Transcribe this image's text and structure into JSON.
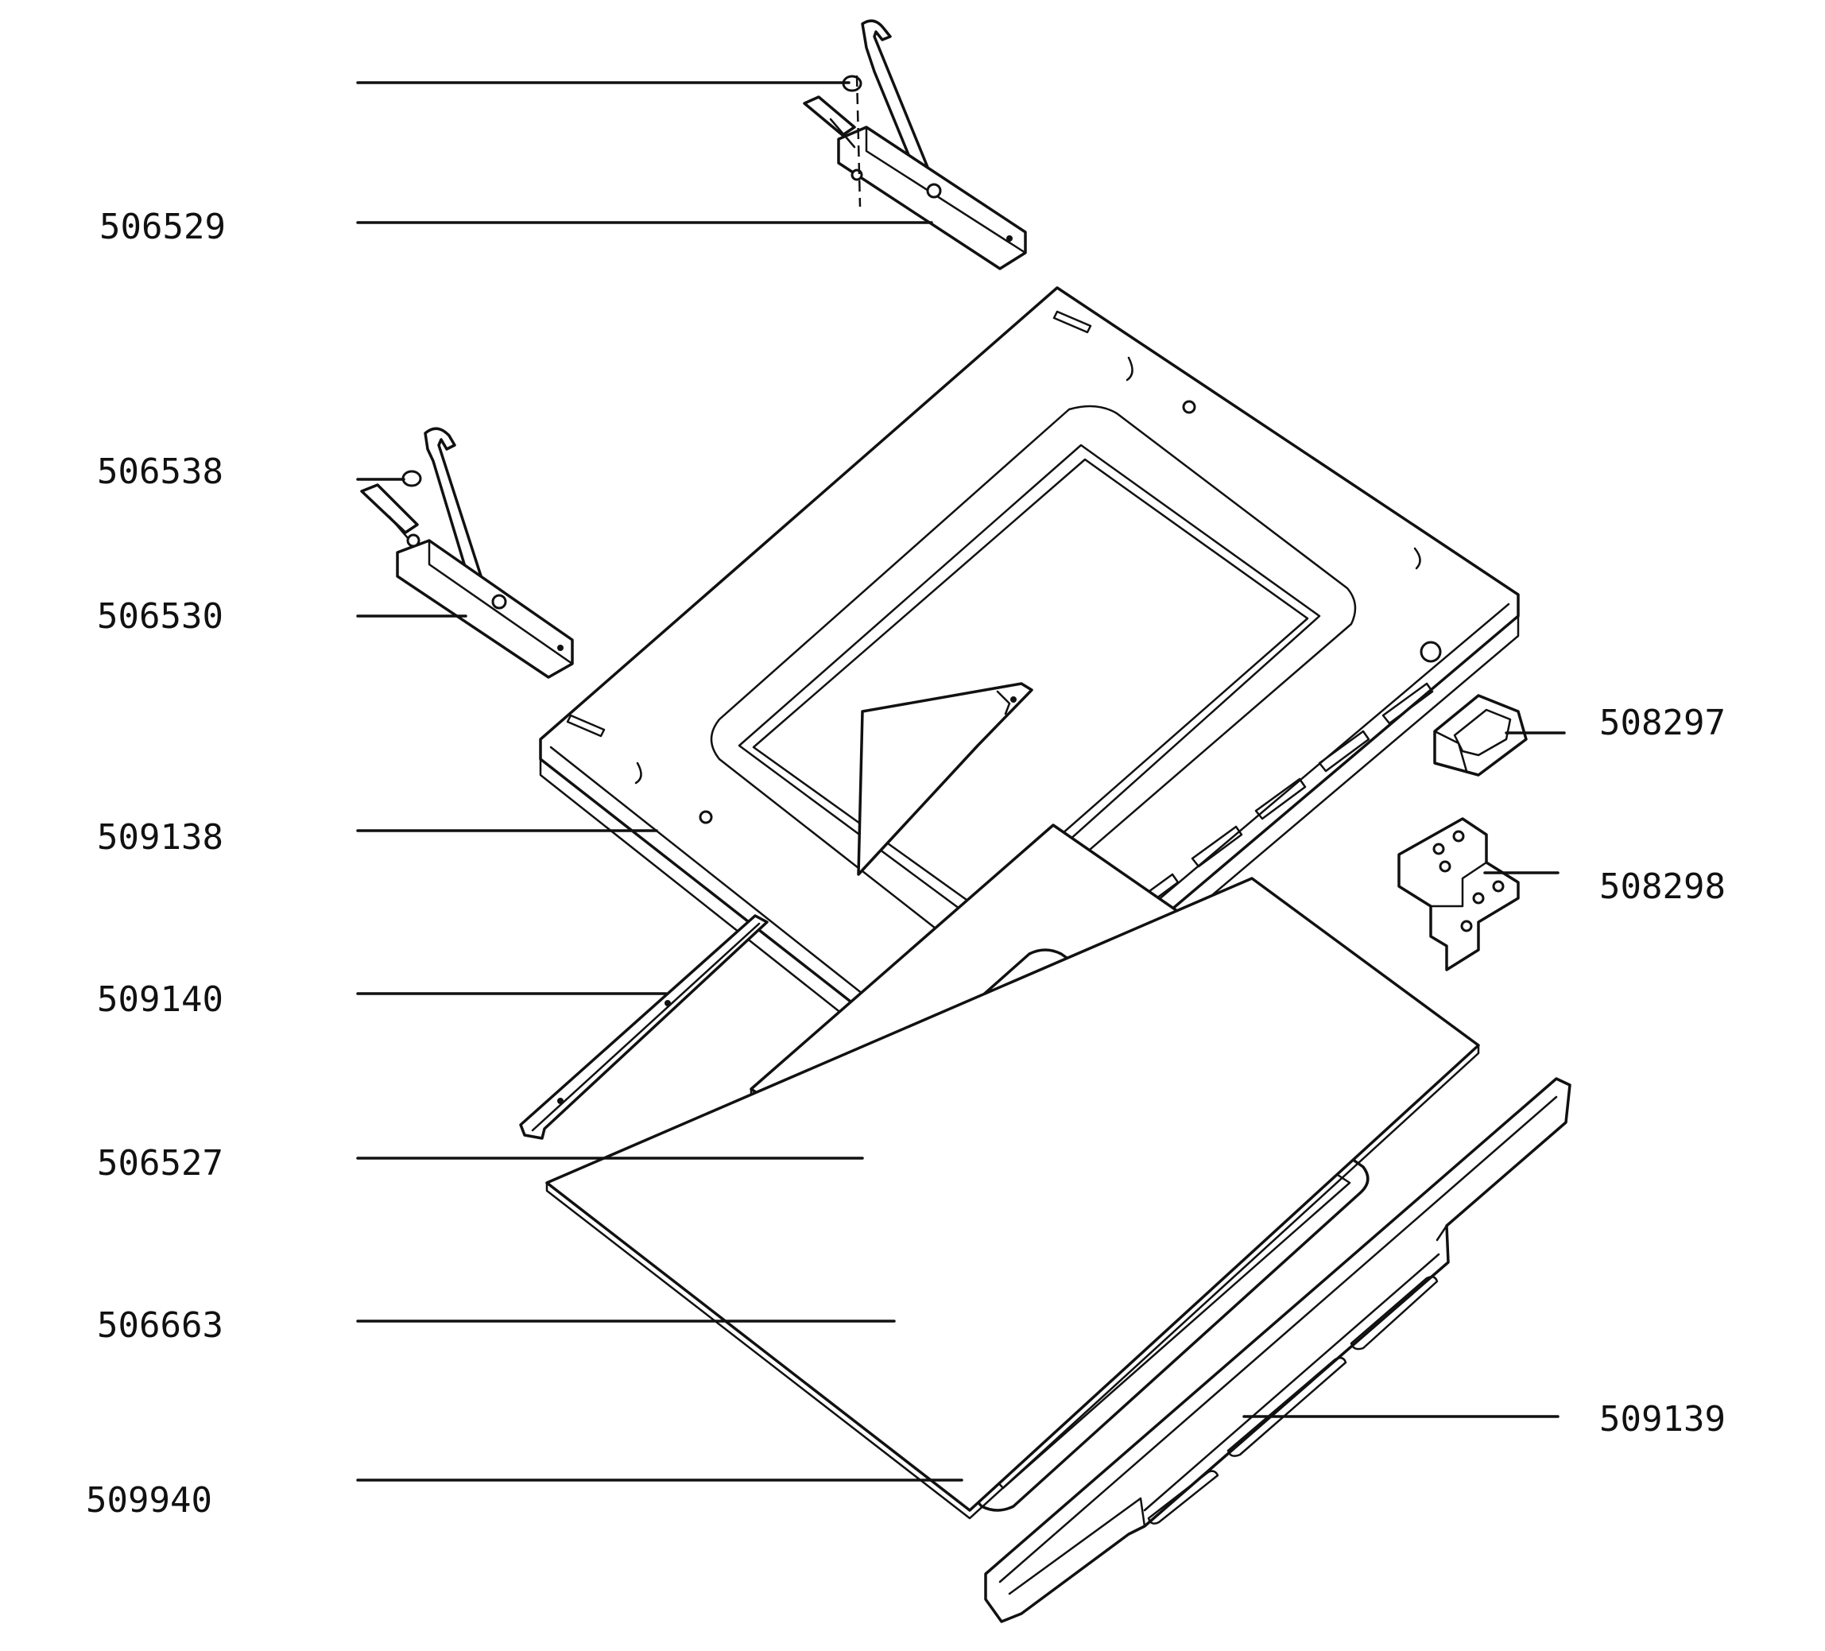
{
  "callouts": [
    {
      "id": "top-hinge-pin",
      "label": ""
    },
    {
      "id": "top-hinge",
      "label": "506529"
    },
    {
      "id": "left-hinge-pin",
      "label": "506538"
    },
    {
      "id": "left-hinge",
      "label": "506530"
    },
    {
      "id": "inner-frame",
      "label": "509138"
    },
    {
      "id": "side-rail",
      "label": "509140"
    },
    {
      "id": "inner-glass",
      "label": "506527"
    },
    {
      "id": "glass-gasket",
      "label": "506663"
    },
    {
      "id": "outer-glass",
      "label": "509940"
    },
    {
      "id": "clip-top",
      "label": "508297"
    },
    {
      "id": "bracket",
      "label": "508298"
    },
    {
      "id": "door-handle-strip",
      "label": "509139"
    }
  ]
}
